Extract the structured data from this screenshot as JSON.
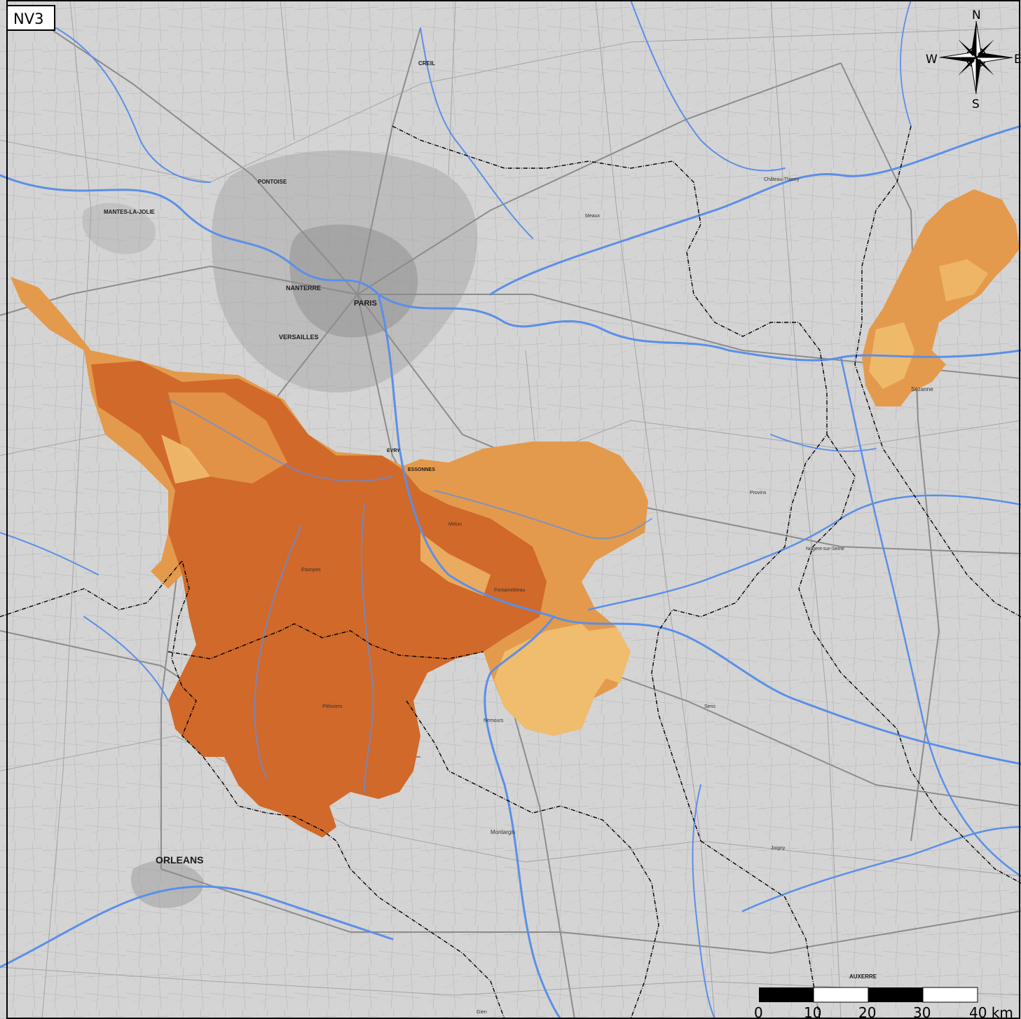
{
  "map_label": "NV3",
  "compass": {
    "n": "N",
    "s": "S",
    "e": "E",
    "w": "W"
  },
  "scale_bar": {
    "ticks": [
      "0",
      "10",
      "20",
      "30",
      "40 km"
    ],
    "segments": 4
  },
  "places": {
    "paris": "PARIS",
    "orleans": "ORLEANS",
    "versailles": "VERSAILLES",
    "nanterre": "NANTERRE",
    "mantes": "MANTES-LA-JOLIE",
    "pontoise": "PONTOISE",
    "creil": "CREIL",
    "evry": "EVRY",
    "essonnes": "ESSONNES",
    "sezanne": "Sézanne",
    "auxerre": "AUXERRE",
    "montargis": "Montargis",
    "chateau_thierry": "Château-Thierry",
    "meaux": "Meaux",
    "fontainebleau": "Fontainebleau",
    "nogent": "Nogent-sur-Seine",
    "provins": "Provins",
    "sens": "Sens",
    "etampes": "Étampes",
    "pithiviers": "Pithiviers",
    "nemours": "Nemours",
    "joigny": "Joigny",
    "gien": "Gien",
    "melun": "Melun"
  },
  "colors": {
    "background": "#d6d6d6",
    "road": "#8c8c8c",
    "river": "#5b8fe8",
    "boundary": "#000000",
    "zone_dark": "#d1692a",
    "zone_mid": "#e49a4c",
    "zone_light": "#f0bc6e"
  }
}
